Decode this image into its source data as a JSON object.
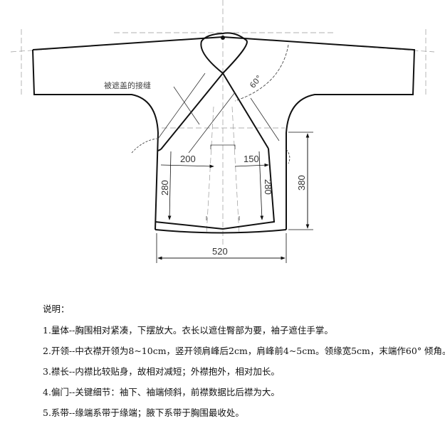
{
  "diagram": {
    "seam_label": "被遮盖的接缝",
    "angle_label": "60°",
    "dim_width": "520",
    "dim_height": "380",
    "dim_left_inner": "200",
    "dim_right_inner": "150",
    "dim_left_length": "280",
    "dim_right_length": "280"
  },
  "notes": {
    "title": "说明：",
    "items": [
      "1.量体--胸围相对紧凑，下摆放大。衣长以遮住臀部为要，袖子遮住手掌。",
      "2.开领--中衣襟开领为8~10cm，竖开领肩峰后2cm，肩峰前4~5cm。领缘宽5cm，末端作60° 倾角。",
      "3.襟长--内襟比较贴身，故相对减短；外襟抱外，相对加长。",
      "4.偏门--关键细节：袖下、袖端倾斜，前襟数据比后襟为大。",
      "5.系带--缘端系带于缘端；腋下系带于胸围最收处。"
    ]
  }
}
